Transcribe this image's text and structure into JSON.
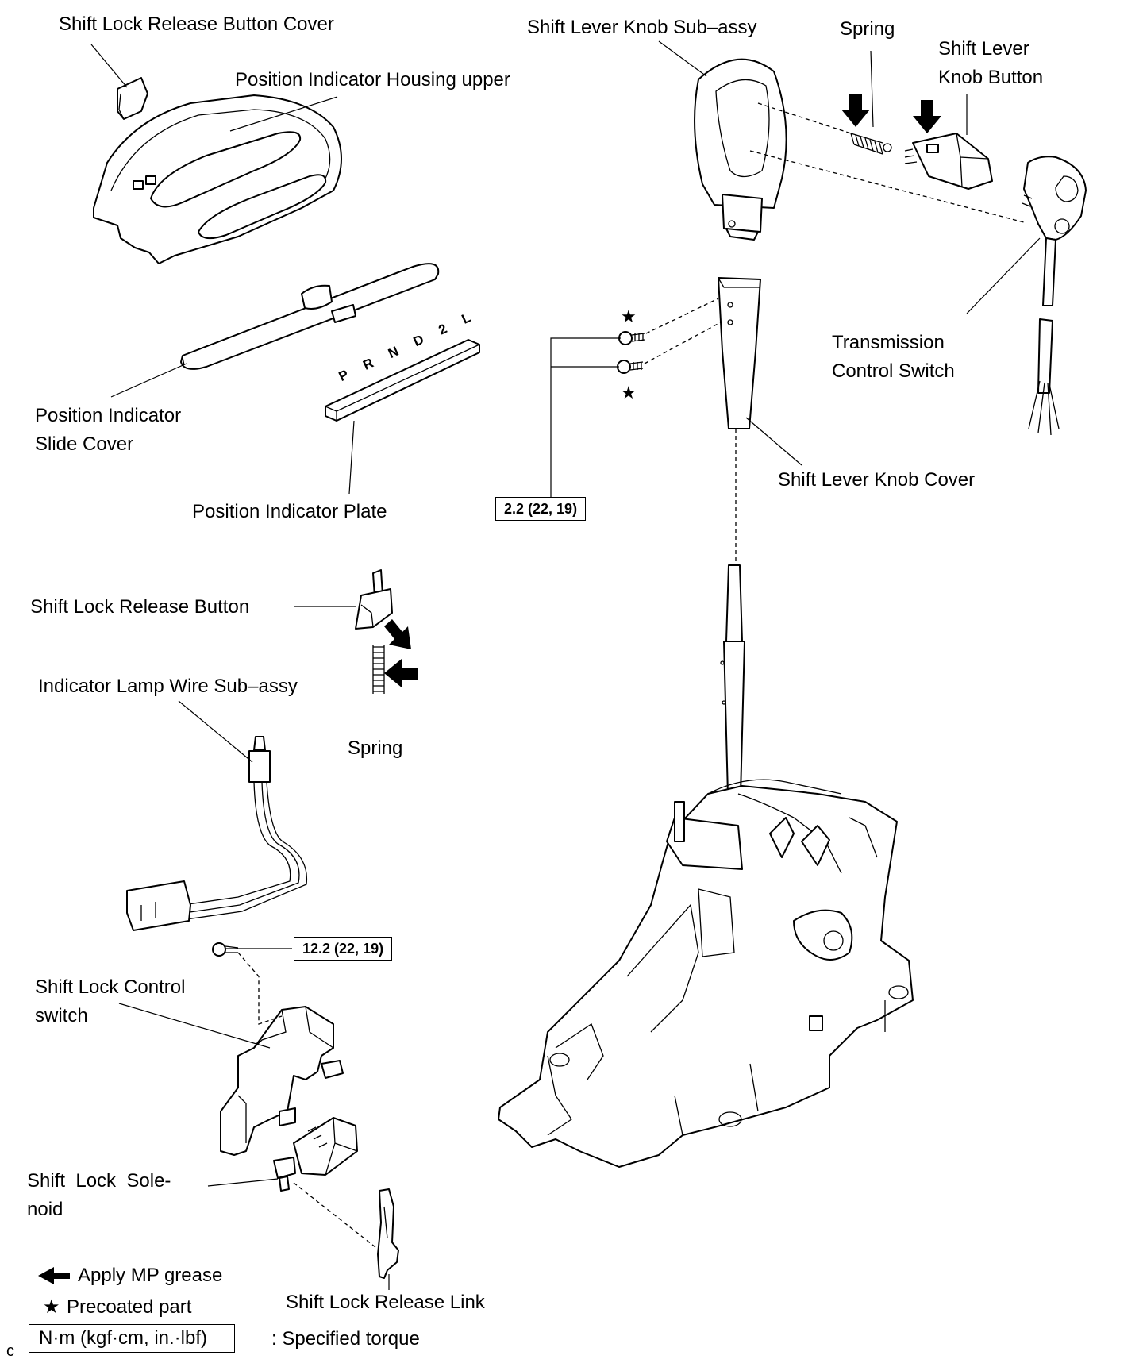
{
  "labels": {
    "shift_lock_release_button_cover": "Shift Lock Release Button Cover",
    "position_indicator_housing_upper": "Position Indicator Housing upper",
    "shift_lever_knob_sub_assy": "Shift Lever Knob Sub–assy",
    "spring_top": "Spring",
    "shift_lever_knob_button": "Shift Lever\nKnob Button",
    "transmission_control_switch": "Transmission\nControl Switch",
    "position_indicator_slide_cover": "Position Indicator\nSlide Cover",
    "position_indicator_plate": "Position Indicator Plate",
    "shift_lever_knob_cover": "Shift Lever Knob Cover",
    "shift_lock_release_button": "Shift Lock Release Button",
    "indicator_lamp_wire_sub_assy": "Indicator Lamp Wire Sub–assy",
    "spring_bottom": "Spring",
    "shift_lock_control_switch": "Shift Lock Control\nswitch",
    "shift_lock_solenoid": "Shift  Lock  Sole-\nnoid",
    "shift_lock_release_link": "Shift Lock Release Link"
  },
  "plate_letters": "P R N D 2 L",
  "torque": {
    "upper": "2.2 (22, 19)",
    "lower": "12.2 (22, 19)"
  },
  "legend": {
    "grease": "Apply MP grease",
    "precoated": "Precoated part",
    "torque_box": "N·m (kgf·cm, in.·lbf)",
    "torque_desc": ": Specified torque"
  },
  "corner_code": "c",
  "symbols": {
    "star": "★"
  }
}
